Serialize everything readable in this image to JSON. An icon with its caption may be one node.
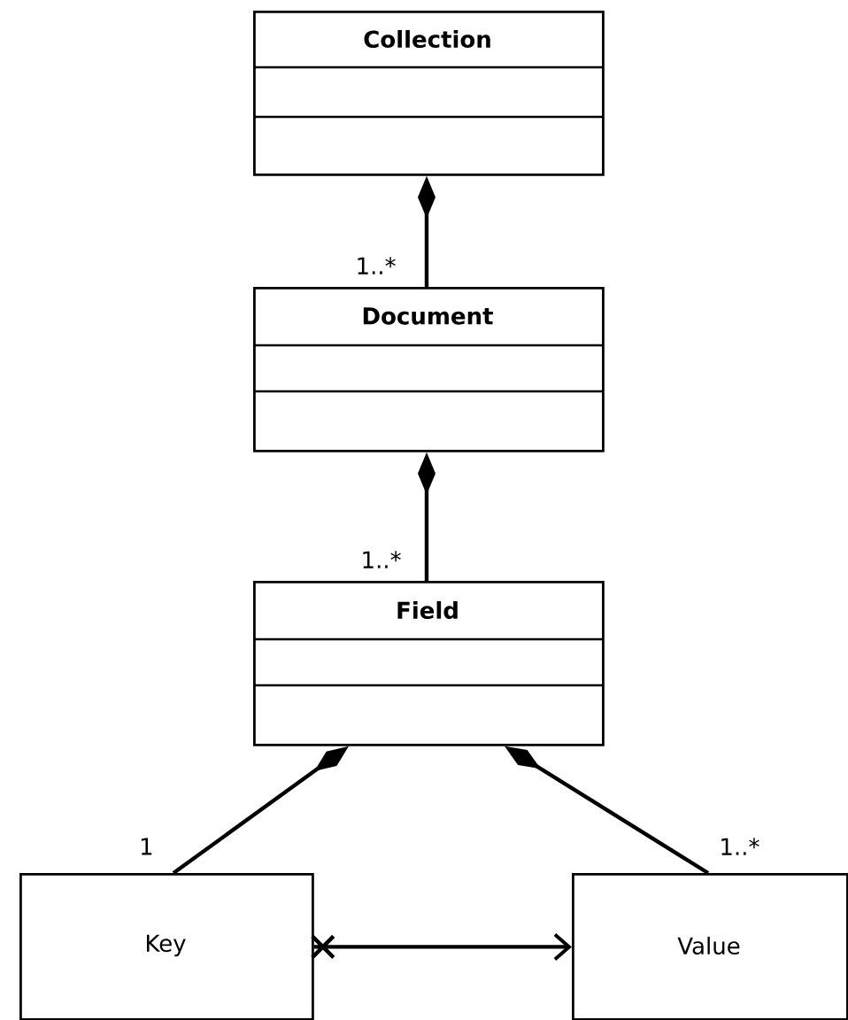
{
  "diagram": {
    "nodes": [
      {
        "text": [
          "Collection"
        ]
      },
      {
        "text": [
          "Document"
        ]
      },
      {
        "text": [
          "Field"
        ]
      },
      {
        "text": [
          "Key"
        ]
      },
      {
        "text": [
          "Value"
        ]
      }
    ],
    "edges": [
      {
        "from": 0,
        "to": 1,
        "arrow": "other"
      },
      {
        "from": 1,
        "to": 2,
        "arrow": "other"
      },
      {
        "from": 2,
        "to": 3,
        "arrow": "other"
      },
      {
        "from": 2,
        "to": 4,
        "arrow": "other"
      },
      {
        "from": 3,
        "to": 4,
        "arrow": "to"
      }
    ],
    "labels": [
      "1..*",
      "1..*",
      "1",
      "1..*"
    ]
  }
}
